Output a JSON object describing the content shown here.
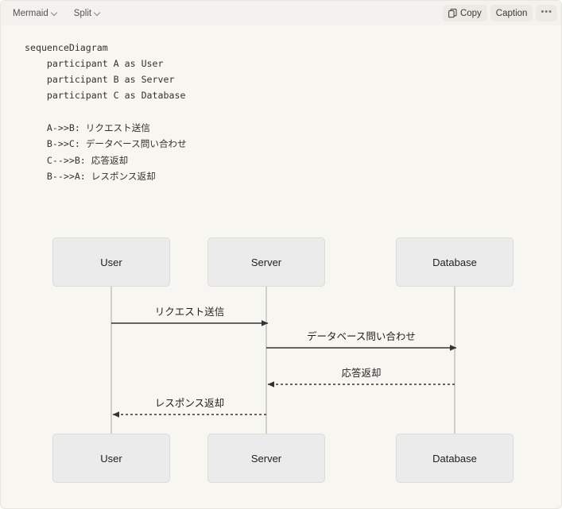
{
  "toolbar": {
    "language_label": "Mermaid",
    "language_caret": "chevron-down",
    "view_label": "Split",
    "view_caret": "chevron-down",
    "copy_label": "Copy",
    "caption_label": "Caption",
    "more_label": "•••"
  },
  "code": {
    "text": "sequenceDiagram\n    participant A as User\n    participant B as Server\n    participant C as Database\n\n    A->>B: リクエスト送信\n    B->>C: データベース問い合わせ\n    C-->>B: 応答返却\n    B-->>A: レスポンス返却"
  },
  "diagram": {
    "type": "sequence",
    "participants": [
      {
        "id": "A",
        "label": "User"
      },
      {
        "id": "B",
        "label": "Server"
      },
      {
        "id": "C",
        "label": "Database"
      }
    ],
    "messages": [
      {
        "from": "A",
        "to": "B",
        "label": "リクエスト送信",
        "style": "solid",
        "arrow": "filled"
      },
      {
        "from": "B",
        "to": "C",
        "label": "データベース問い合わせ",
        "style": "solid",
        "arrow": "filled"
      },
      {
        "from": "C",
        "to": "B",
        "label": "応答返却",
        "style": "dashed",
        "arrow": "filled"
      },
      {
        "from": "B",
        "to": "A",
        "label": "レスポンス返却",
        "style": "dashed",
        "arrow": "filled"
      }
    ],
    "top_labels": {
      "a": "User",
      "b": "Server",
      "c": "Database"
    },
    "bottom_labels": {
      "a": "User",
      "b": "Server",
      "c": "Database"
    },
    "msg_labels": {
      "m1": "リクエスト送信",
      "m2": "データベース問い合わせ",
      "m3": "応答返却",
      "m4": "レスポンス返却"
    }
  },
  "colors": {
    "background": "#f7f6f1",
    "toolbar": "#f4f2ee",
    "node_fill": "#ebebeb",
    "node_stroke": "#dcdcdc",
    "line": "#333333",
    "lifeline": "#cfcfcf"
  }
}
